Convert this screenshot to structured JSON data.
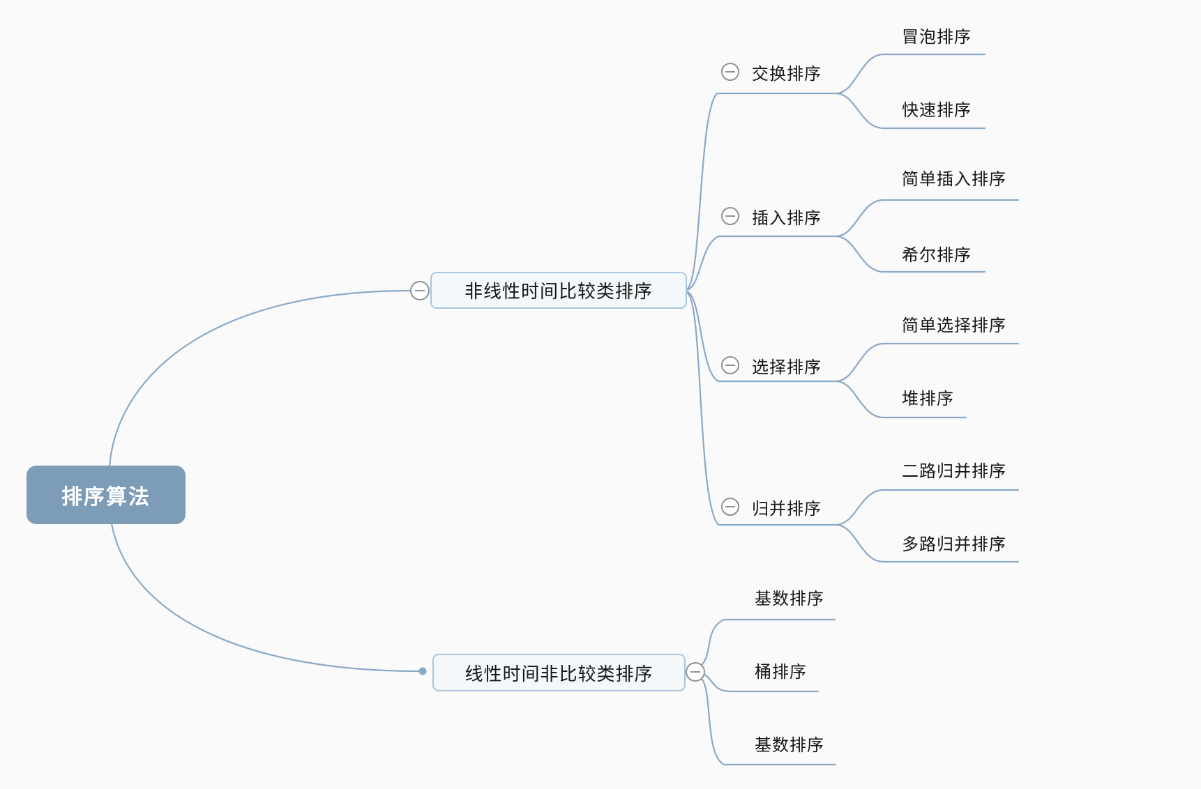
{
  "colors": {
    "background": "#fafafa",
    "line": "#8aa9c7",
    "root_fill": "#7d9cb8",
    "root_text": "#ffffff",
    "branch_border": "#aac5dd",
    "branch_fill": "#f4f8fb",
    "toggle_stroke": "#8b9198",
    "text": "#161616"
  },
  "root": {
    "label": "排序算法"
  },
  "branches": [
    {
      "label": "非线性时间比较类排序",
      "toggle_icon": "minus-circle",
      "groups": [
        {
          "label": "交换排序",
          "toggle_icon": "minus-circle",
          "children": [
            "冒泡排序",
            "快速排序"
          ]
        },
        {
          "label": "插入排序",
          "toggle_icon": "minus-circle",
          "children": [
            "简单插入排序",
            "希尔排序"
          ]
        },
        {
          "label": "选择排序",
          "toggle_icon": "minus-circle",
          "children": [
            "简单选择排序",
            "堆排序"
          ]
        },
        {
          "label": "归并排序",
          "toggle_icon": "minus-circle",
          "children": [
            "二路归并排序",
            "多路归并排序"
          ]
        }
      ]
    },
    {
      "label": "线性时间非比较类排序",
      "toggle_icon": "minus-circle",
      "children": [
        "基数排序",
        "桶排序",
        "基数排序"
      ]
    }
  ]
}
